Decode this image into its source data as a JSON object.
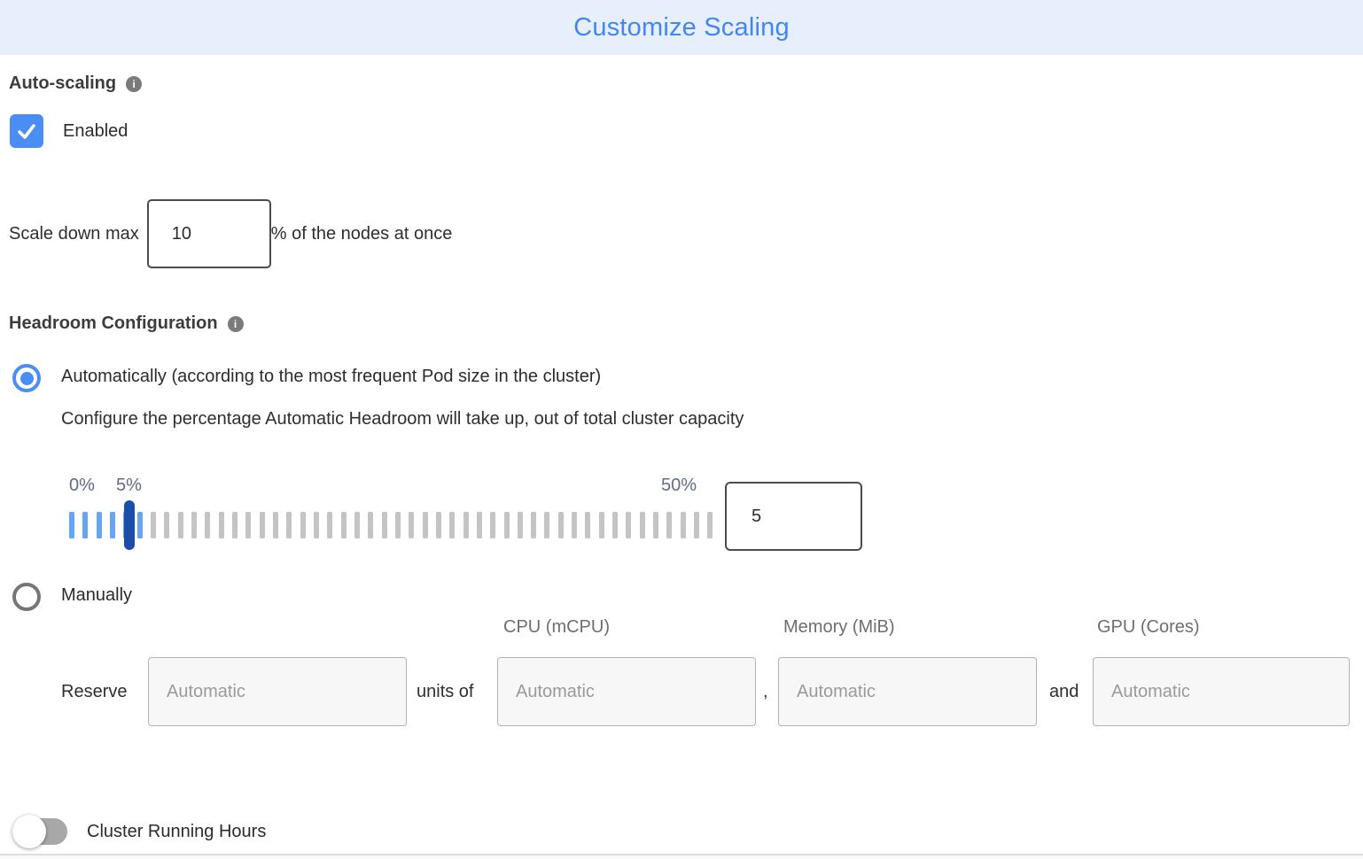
{
  "header": {
    "title": "Customize Scaling"
  },
  "auto_scaling": {
    "heading": "Auto-scaling",
    "checkbox_label": "Enabled",
    "checkbox_checked": true,
    "scale_down_prefix": "Scale down max",
    "scale_down_value": "10",
    "scale_down_suffix": "% of the nodes at once"
  },
  "headroom": {
    "heading": "Headroom Configuration",
    "automatic_label": "Automatically (according to the most frequent Pod size in the cluster)",
    "automatic_selected": true,
    "automatic_description": "Configure the percentage Automatic Headroom will take up, out of total cluster capacity",
    "slider": {
      "min_label": "0%",
      "value_label": "5%",
      "max_label": "50%",
      "value": "5",
      "tick_count": 48,
      "filled_tick_count": 6
    },
    "manual_label": "Manually",
    "manual_selected": false,
    "manual_row": {
      "reserve_label": "Reserve",
      "units_of_label": "units of",
      "comma_separator": ",",
      "and_separator": "and",
      "column_headers": [
        "CPU (mCPU)",
        "Memory (MiB)",
        "GPU (Cores)"
      ],
      "input_placeholder": "Automatic"
    }
  },
  "cluster_running_hours": {
    "label": "Cluster Running Hours",
    "enabled": false
  },
  "icons": {
    "info_glyph": "i"
  },
  "colors": {
    "title_blue": "#4285f4",
    "header_background": "#e8effc",
    "control_blue": "#4a8ef5",
    "slider_tick_blue": "#66a5f2",
    "slider_tick_gray": "#c4c4c4",
    "slider_handle_blue": "#1b4ea8",
    "slider_label_slate": "#5e6c87"
  }
}
